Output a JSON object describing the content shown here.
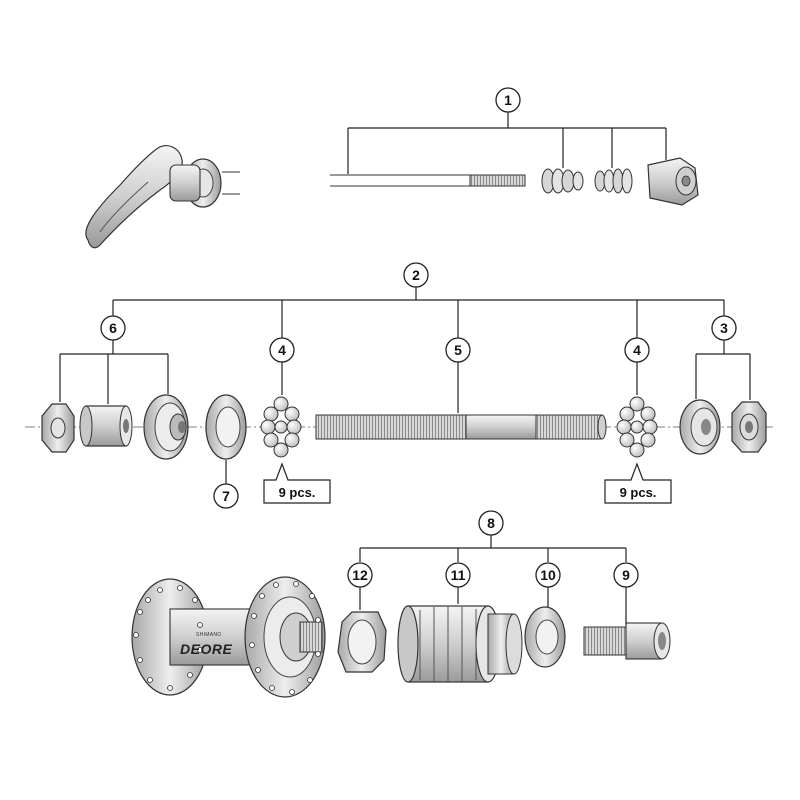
{
  "callouts": {
    "c1": "1",
    "c2": "2",
    "c3": "3",
    "c4a": "4",
    "c4b": "4",
    "c5": "5",
    "c6": "6",
    "c7": "7",
    "c8": "8",
    "c9": "9",
    "c10": "10",
    "c11": "11",
    "c12": "12"
  },
  "labels": {
    "pcs_left": "9 pcs.",
    "pcs_right": "9 pcs."
  },
  "hub_branding": {
    "maker": "SHIMANO",
    "model": "DEORE"
  }
}
